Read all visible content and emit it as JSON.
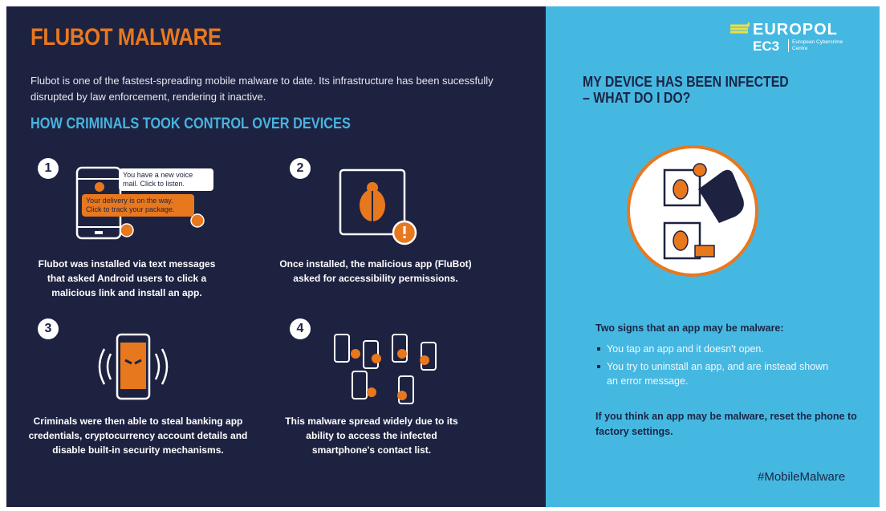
{
  "left": {
    "title": "FLUBOT MALWARE",
    "intro": "Flubot is one of the fastest-spreading mobile malware to date. Its infrastructure has been sucessfully disrupted by law enforcement, rendering it inactive.",
    "subheading": "HOW CRIMINALS TOOK CONTROL OVER DEVICES",
    "steps": [
      {
        "number": "1",
        "caption": "Flubot was installed via text messages that asked Android users to click a malicious link and install an app.",
        "bubble_voicemail": "You have a new voice mail. Click to listen.",
        "bubble_delivery": "Your delivery is on the way. Click to track your package."
      },
      {
        "number": "2",
        "caption": "Once installed, the malicious app (FluBot) asked for accessibility permissions."
      },
      {
        "number": "3",
        "caption": "Criminals were then able to steal banking app credentials, cryptocurrency account details and disable built-in security mechanisms."
      },
      {
        "number": "4",
        "caption": "This malware spread widely due to its ability to access the infected smartphone's contact list."
      }
    ]
  },
  "right": {
    "logo": {
      "name": "EUROPOL",
      "unit": "EC3",
      "unit_full": "European Cybercrime Centre"
    },
    "heading_line1": "MY DEVICE HAS BEEN INFECTED",
    "heading_line2": "– WHAT DO I DO?",
    "signs_title": "Two signs that an app may be malware:",
    "signs": [
      "You tap an app and it doesn't open.",
      "You try to uninstall an app, and are instead shown an error message."
    ],
    "advice": "If you think an app may be malware, reset the phone to factory settings.",
    "hashtag": "#MobileMalware"
  },
  "colors": {
    "navy": "#1e2241",
    "orange": "#e8781e",
    "cyan": "#49b3df",
    "blue_panel": "#45b8e2"
  }
}
